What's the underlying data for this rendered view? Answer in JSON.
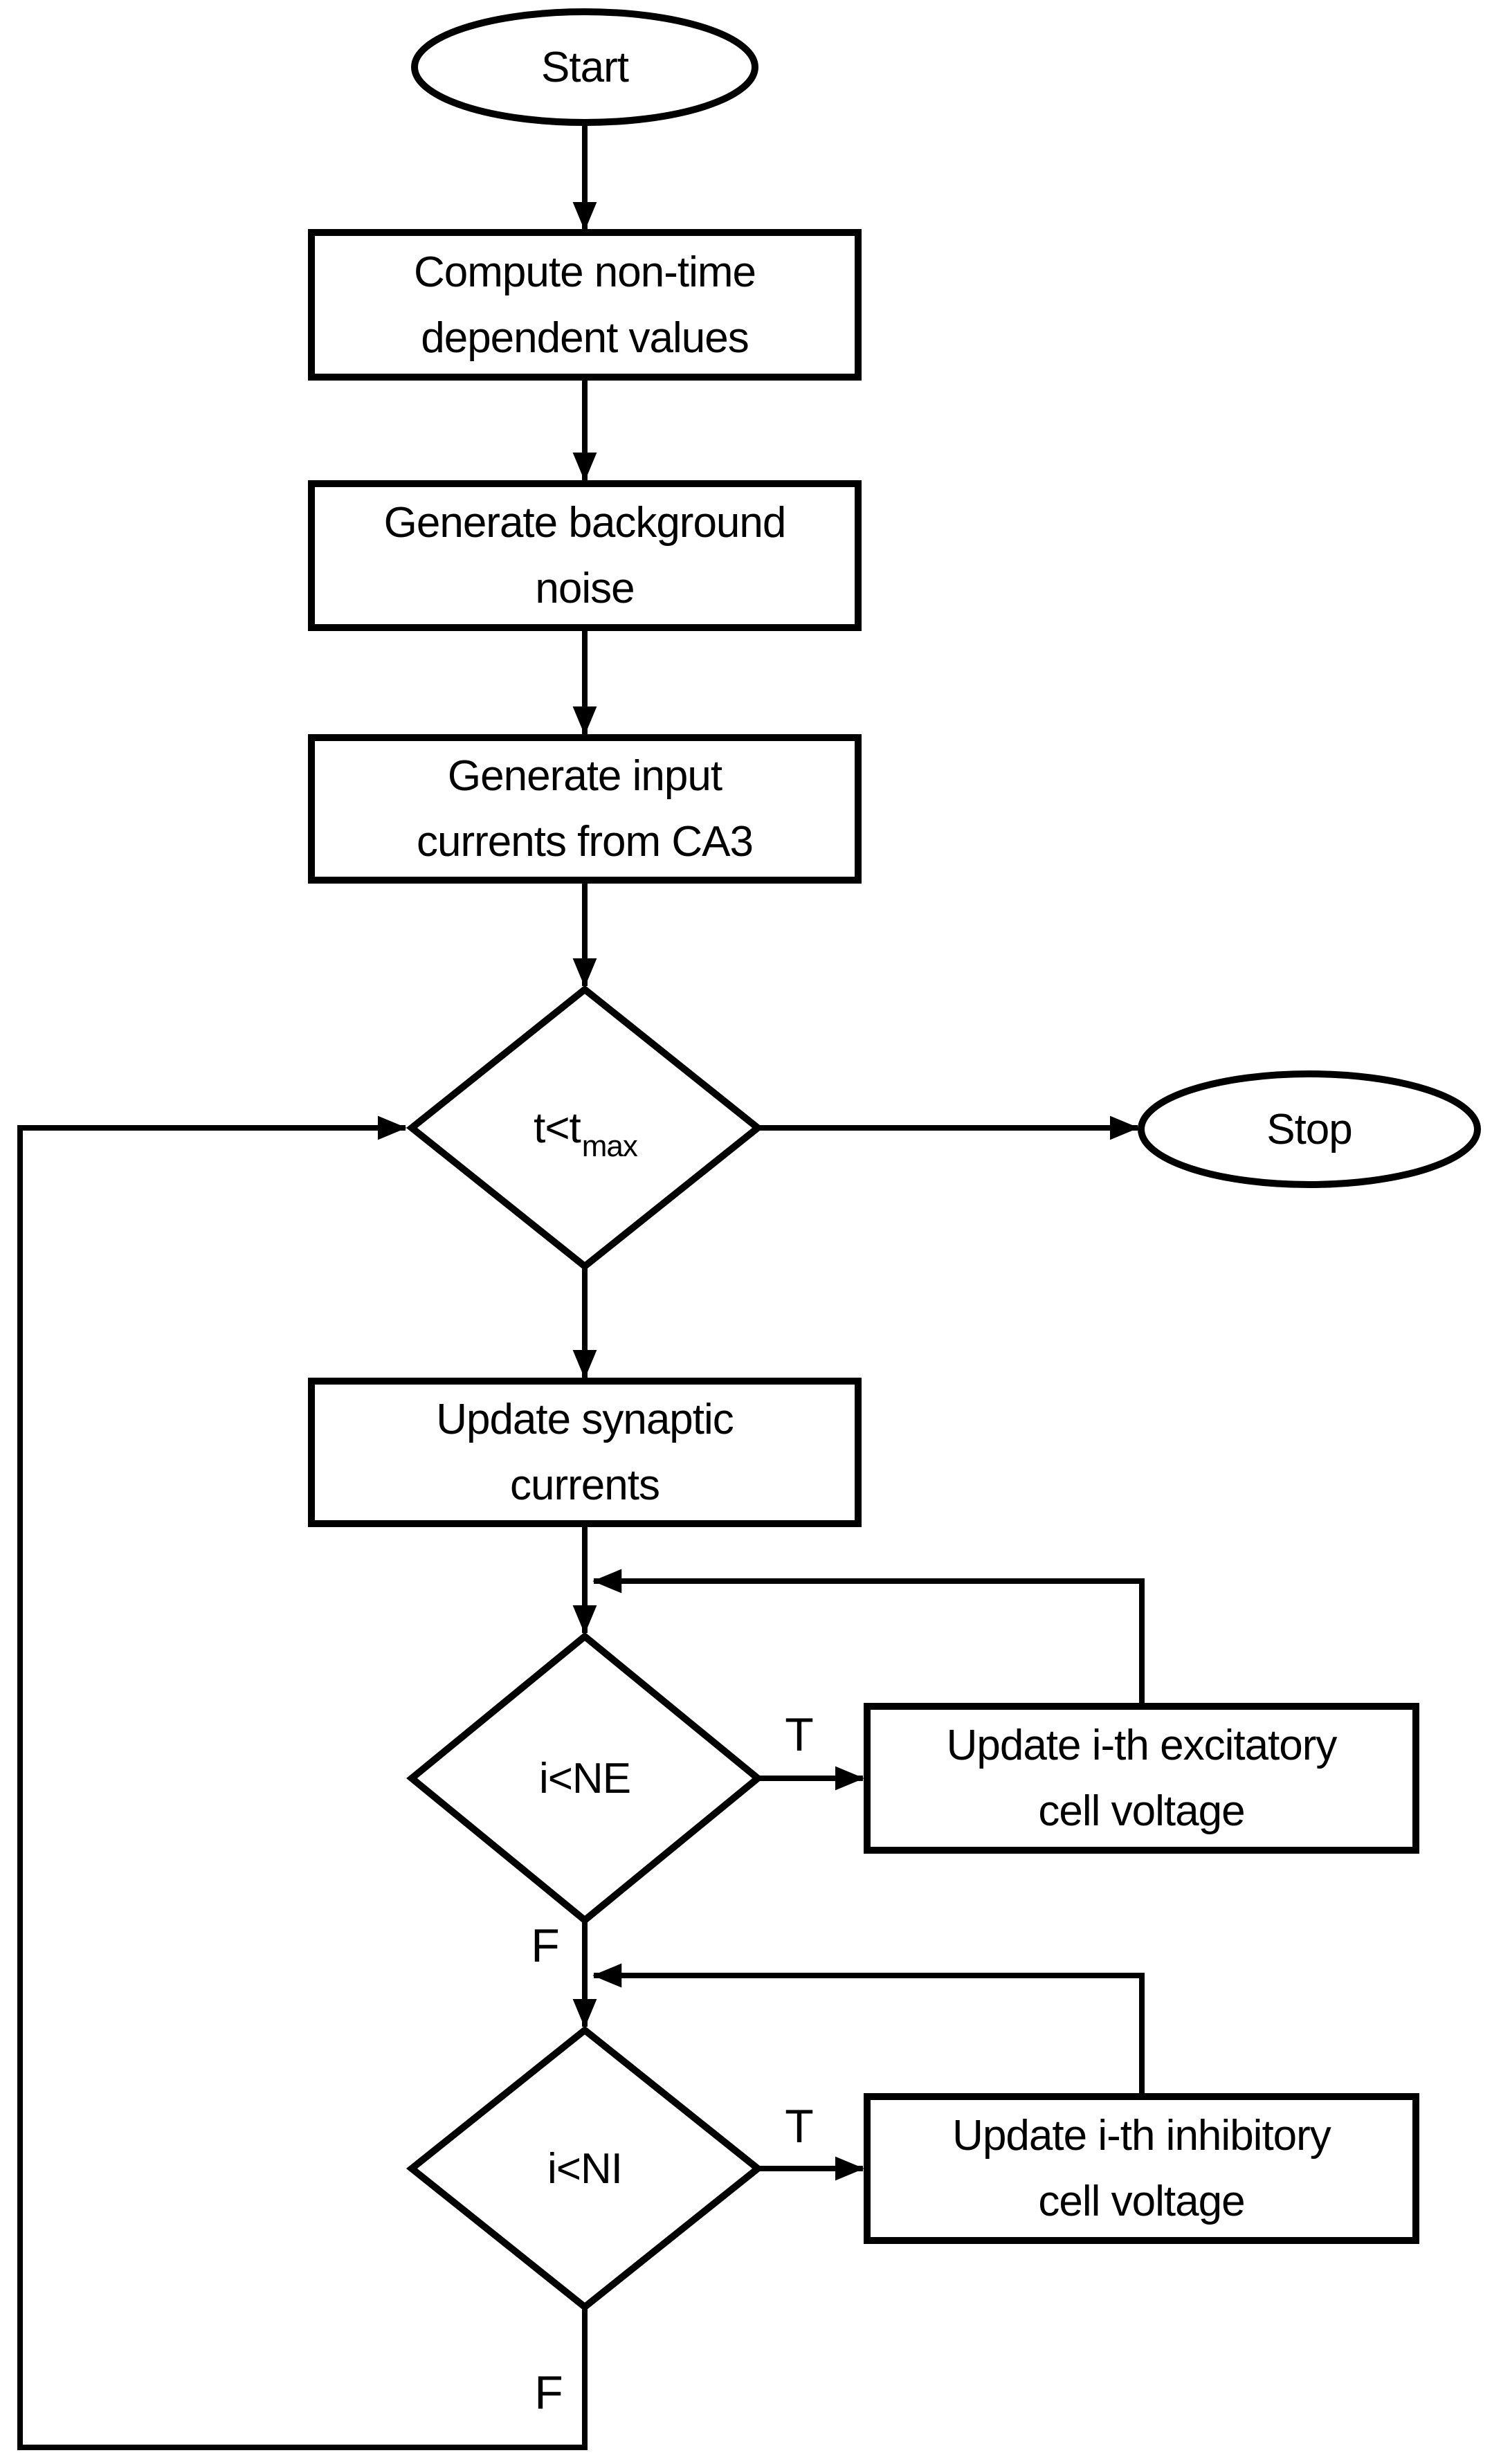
{
  "nodes": {
    "start": {
      "label": "Start"
    },
    "compute": {
      "line1": "Compute non-time",
      "line2": "dependent values"
    },
    "noise": {
      "line1": "Generate background",
      "line2": "noise"
    },
    "input": {
      "line1": "Generate input",
      "line2": "currents from CA3"
    },
    "t_check": {
      "base": "t<t",
      "sub": "max"
    },
    "stop": {
      "label": "Stop"
    },
    "synaptic": {
      "line1": "Update synaptic",
      "line2": "currents"
    },
    "ne_check": {
      "label": "i<NE"
    },
    "excitatory": {
      "line1": "Update i-th excitatory",
      "line2": "cell voltage"
    },
    "ni_check": {
      "label": "i<NI"
    },
    "inhibitory": {
      "line1": "Update i-th inhibitory",
      "line2": "cell voltage"
    }
  },
  "edge_labels": {
    "ne_true": "T",
    "ne_false": "F",
    "ni_true": "T",
    "ni_false": "F"
  },
  "colors": {
    "ink": "#000000",
    "paper": "#ffffff"
  }
}
